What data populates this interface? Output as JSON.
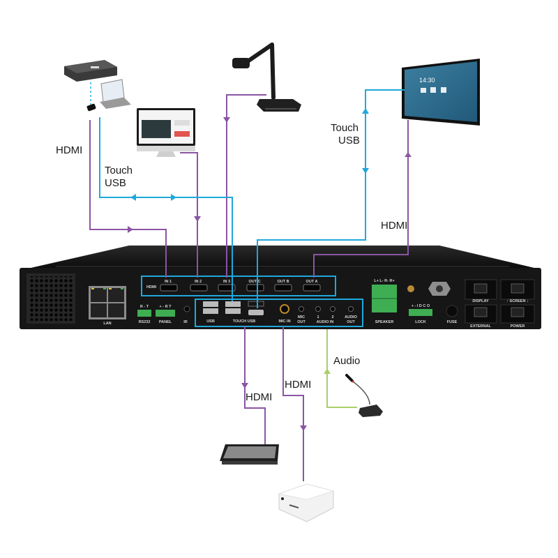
{
  "colors": {
    "hdmi": "#8a55a3",
    "usb": "#1fa8dc",
    "audio": "#a9cf6b",
    "chassis": "#141414",
    "highlight": "#1fa8dc"
  },
  "labels": {
    "hdmi_top_left": "HDMI",
    "touch_usb_left_1": "Touch",
    "touch_usb_left_2": "USB",
    "touch_usb_right_1": "Touch",
    "touch_usb_right_2": "USB",
    "hdmi_right": "HDMI",
    "hdmi_bottom_1": "HDMI",
    "hdmi_bottom_2": "HDMI",
    "audio": "Audio"
  },
  "devices": {
    "wireless_presenter": "wireless-presenter-with-laptop",
    "desktop_pc": "desktop-computer",
    "document_camera": "document-camera",
    "interactive_display": "interactive-flat-panel",
    "display_time": "14:30",
    "touch_monitor": "touch-monitor",
    "projector": "short-throw-projector",
    "microphone": "gooseneck-microphone"
  },
  "panel": {
    "hdmi_group": "HDMI",
    "hdmi_ports": [
      "IN 1",
      "IN 2",
      "IN 3",
      "OUT C",
      "OUT B",
      "OUT A"
    ],
    "lan": "LAN",
    "rs232": "RS232",
    "rs232_pins": "R - T",
    "panel": "PANEL",
    "panel_pins": "+ - R T",
    "ir": "IR",
    "usb": "USB",
    "touch_usb": "TOUCH USB",
    "mic_in": "MIC IN",
    "mic_out_1": "MIC",
    "mic_out_2": "OUT",
    "audio_in": "AUDIO IN",
    "audio_in_1": "1",
    "audio_in_2": "2",
    "audio_out_1": "AUDIO",
    "audio_out_2": "OUT",
    "speaker": "SPEAKER",
    "speaker_pins": "L+ L- R- R+",
    "lock": "LOCK",
    "lock_pins": "+ - I D C O",
    "fuse": "FUSE",
    "display": "DISPLAY",
    "screen": "↑ SCREEN ↓",
    "external": "EXTERNAL",
    "power": "POWER"
  }
}
